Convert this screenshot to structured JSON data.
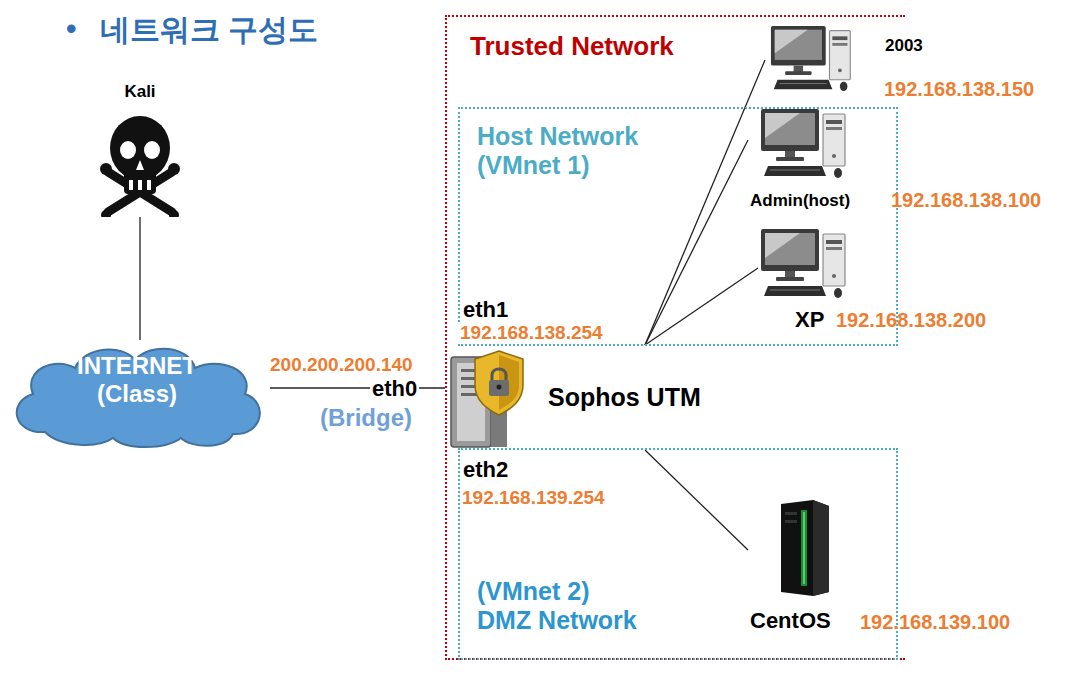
{
  "diagram": {
    "title": "네트워크 구성도",
    "nodes": [
      {
        "text": [
          "Kali"
        ]
      },
      {
        "text": [
          "INTERNET (Class)"
        ]
      },
      {
        "text": [
          "Sophos UTM"
        ]
      },
      {
        "text": [
          "Trusted Network"
        ]
      },
      {
        "text": [
          "2003",
          "192.168.138.150"
        ],
        "in": 3
      },
      {
        "text": [
          "Host Network (VMnet 1)"
        ],
        "in": 3
      },
      {
        "text": [
          "Admin(host)",
          "192.168.138.100"
        ],
        "in": 5
      },
      {
        "text": [
          "XP",
          "192.168.138.200"
        ],
        "in": 5
      },
      {
        "text": [
          "(VMnet 2) DMZ Network"
        ],
        "in": 3
      },
      {
        "text": [
          "CentOS",
          "192.168.139.100"
        ],
        "in": 8
      }
    ],
    "edges": [
      {
        "from": 0,
        "to": 1,
        "arrow": "none"
      },
      {
        "from": 1,
        "to": 2,
        "arrow": "none"
      },
      {
        "from": 2,
        "to": 4,
        "arrow": "none"
      },
      {
        "from": 2,
        "to": 6,
        "arrow": "none"
      },
      {
        "from": 2,
        "to": 7,
        "arrow": "none"
      },
      {
        "from": 2,
        "to": 9,
        "arrow": "none"
      }
    ],
    "labels": [
      "•",
      "200.200.200.140",
      "eth0",
      "(Bridge)",
      "eth1",
      "192.168.138.254",
      "eth2",
      "192.168.139.254"
    ]
  }
}
